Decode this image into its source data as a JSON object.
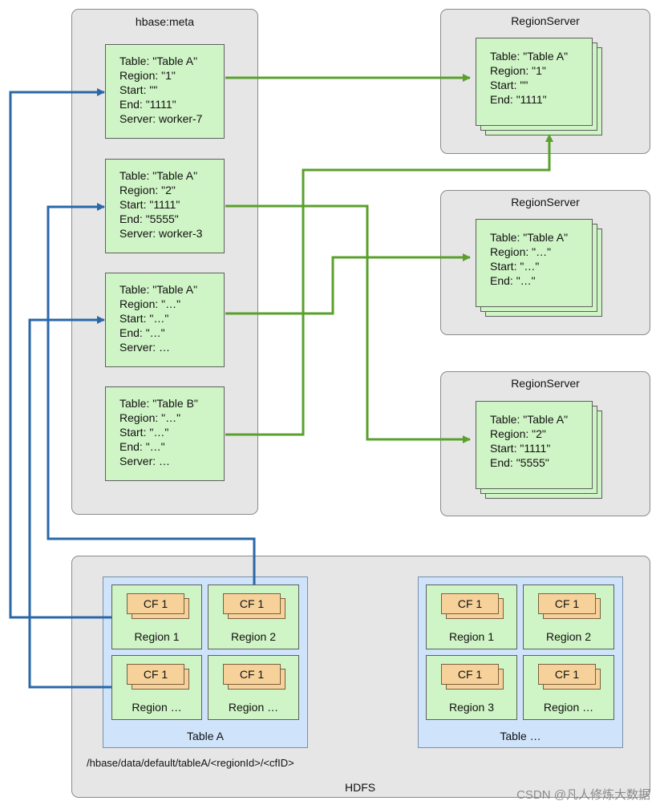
{
  "meta": {
    "title": "hbase:meta",
    "entries": [
      {
        "table": "Table: \"Table A\"",
        "region": "Region: \"1\"",
        "start": "Start: \"\"",
        "end": "End: \"1111\"",
        "server": "Server: worker-7"
      },
      {
        "table": "Table: \"Table A\"",
        "region": "Region: \"2\"",
        "start": "Start: \"1111\"",
        "end": "End: \"5555\"",
        "server": "Server: worker-3"
      },
      {
        "table": "Table: \"Table A\"",
        "region": "Region: \"…\"",
        "start": "Start: \"…\"",
        "end": "End: \"…\"",
        "server": "Server: …"
      },
      {
        "table": "Table: \"Table B\"",
        "region": "Region: \"…\"",
        "start": "Start: \"…\"",
        "end": "End: \"…\"",
        "server": "Server: …"
      }
    ]
  },
  "region_servers": [
    {
      "title": "RegionServer",
      "table": "Table: \"Table A\"",
      "region": "Region: \"1\"",
      "start": "Start: \"\"",
      "end": "End: \"1111\""
    },
    {
      "title": "RegionServer",
      "table": "Table: \"Table A\"",
      "region": "Region: \"…\"",
      "start": "Start: \"…\"",
      "end": "End: \"…\""
    },
    {
      "title": "RegionServer",
      "table": "Table: \"Table A\"",
      "region": "Region: \"2\"",
      "start": "Start: \"1111\"",
      "end": "End: \"5555\""
    }
  ],
  "hdfs": {
    "title": "HDFS",
    "path": "/hbase/data/default/tableA/<regionId>/<cfID>",
    "tables": [
      {
        "label": "Table A",
        "regions": [
          {
            "cf": "CF 1",
            "name": "Region 1"
          },
          {
            "cf": "CF 1",
            "name": "Region 2"
          },
          {
            "cf": "CF 1",
            "name": "Region …"
          },
          {
            "cf": "CF 1",
            "name": "Region …"
          }
        ]
      },
      {
        "label": "Table …",
        "regions": [
          {
            "cf": "CF 1",
            "name": "Region 1"
          },
          {
            "cf": "CF 1",
            "name": "Region 2"
          },
          {
            "cf": "CF 1",
            "name": "Region 3"
          },
          {
            "cf": "CF 1",
            "name": "Region …"
          }
        ]
      }
    ]
  },
  "watermark": "CSDN @凡人修炼大数据",
  "colors": {
    "green_arrow": "#5aa02c",
    "blue_arrow": "#2a67a8",
    "region_fill": "#cff4c5",
    "cf_fill": "#f6d19a",
    "table_fill": "#cfe3fb",
    "container_fill": "#e6e6e6"
  }
}
